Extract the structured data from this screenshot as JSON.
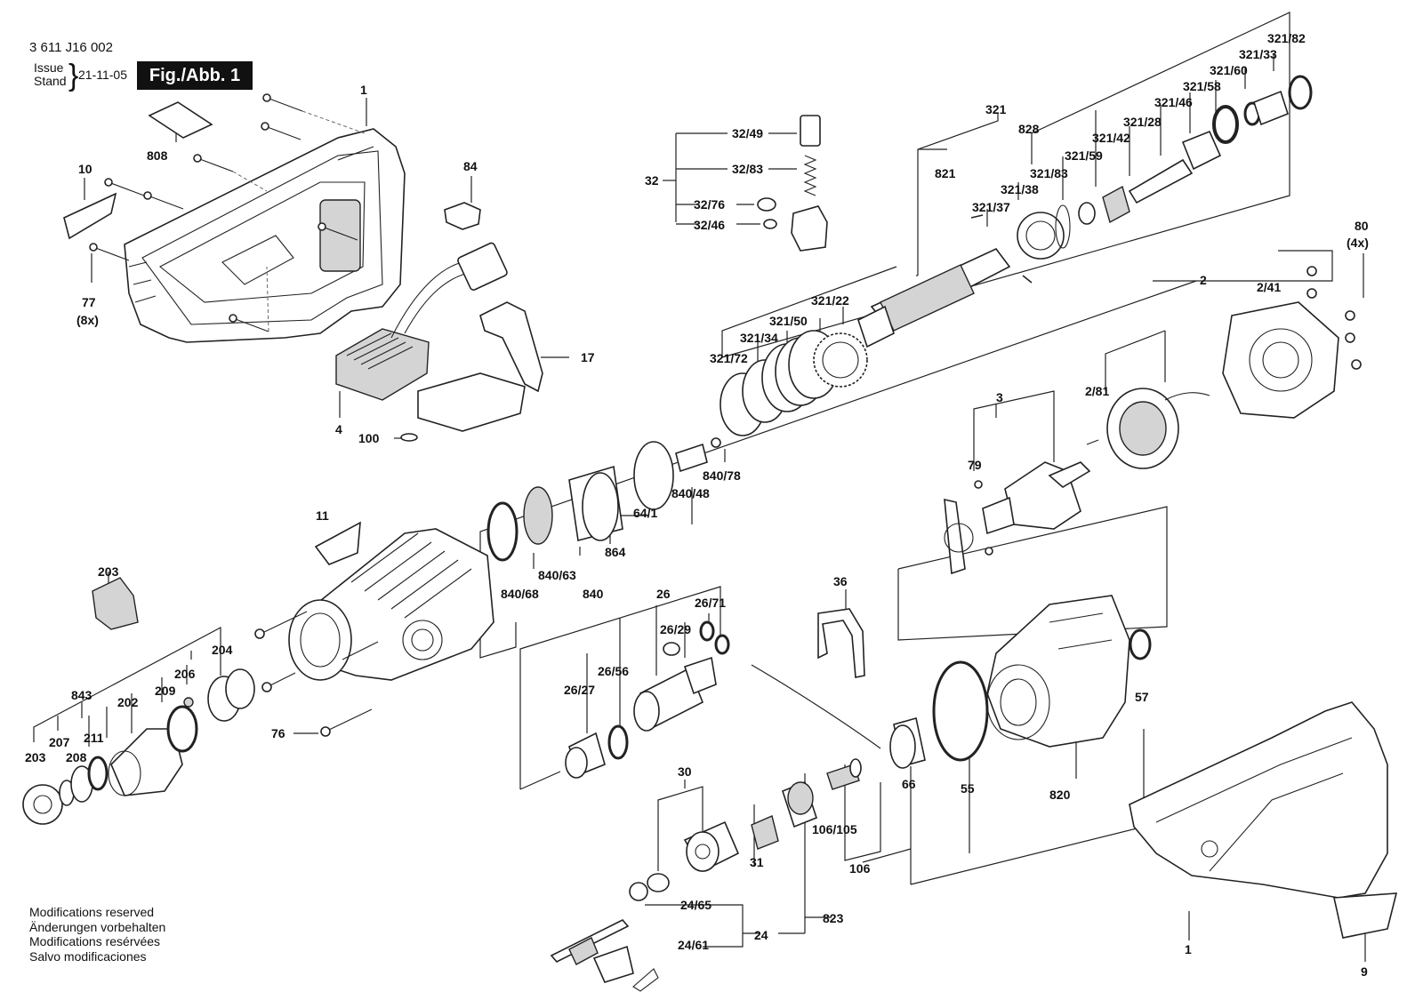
{
  "header": {
    "doc_number": "3 611 J16 002",
    "issue_label": "Issue",
    "stand_label": "Stand",
    "date": "21-11-05",
    "figure": "Fig./Abb. 1"
  },
  "modifications": [
    "Modifications reserved",
    "Änderungen vorbehalten",
    "Modifications resérvées",
    "Salvo modificaciones"
  ],
  "labels": {
    "l1a": "1",
    "l808": "808",
    "l10": "10",
    "l77": "77",
    "l8x": "(8x)",
    "l84": "84",
    "l17": "17",
    "l4": "4",
    "l100": "100",
    "l32": "32",
    "l32_49": "32/49",
    "l32_83": "32/83",
    "l32_76": "32/76",
    "l32_46": "32/46",
    "l321": "321",
    "l828": "828",
    "l821": "821",
    "l321_37": "321/37",
    "l321_38": "321/38",
    "l321_83": "321/83",
    "l321_59": "321/59",
    "l321_42": "321/42",
    "l321_28": "321/28",
    "l321_46": "321/46",
    "l321_58": "321/58",
    "l321_60": "321/60",
    "l321_33": "321/33",
    "l321_82": "321/82",
    "l321_22": "321/22",
    "l321_50": "321/50",
    "l321_34": "321/34",
    "l321_72": "321/72",
    "l80": "80",
    "l4x": "(4x)",
    "l2": "2",
    "l2_41": "2/41",
    "l2_81": "2/81",
    "l840_78": "840/78",
    "l840_48": "840/48",
    "l64_1": "64/1",
    "l864": "864",
    "l840_63": "840/63",
    "l840_68": "840/68",
    "l840": "840",
    "l11": "11",
    "l3": "3",
    "l79": "79",
    "l36": "36",
    "l203a": "203",
    "l204": "204",
    "l843": "843",
    "l202": "202",
    "l209": "209",
    "l206": "206",
    "l207": "207",
    "l211": "211",
    "l208": "208",
    "l203b": "203",
    "l76": "76",
    "l26": "26",
    "l26_71": "26/71",
    "l26_29": "26/29",
    "l26_56": "26/56",
    "l26_27": "26/27",
    "l57": "57",
    "l30": "30",
    "l31": "31",
    "l106_105": "106/105",
    "l106": "106",
    "l66": "66",
    "l55": "55",
    "l820": "820",
    "l24_65": "24/65",
    "l24": "24",
    "l823": "823",
    "l24_61": "24/61",
    "l1b": "1",
    "l9": "9"
  }
}
